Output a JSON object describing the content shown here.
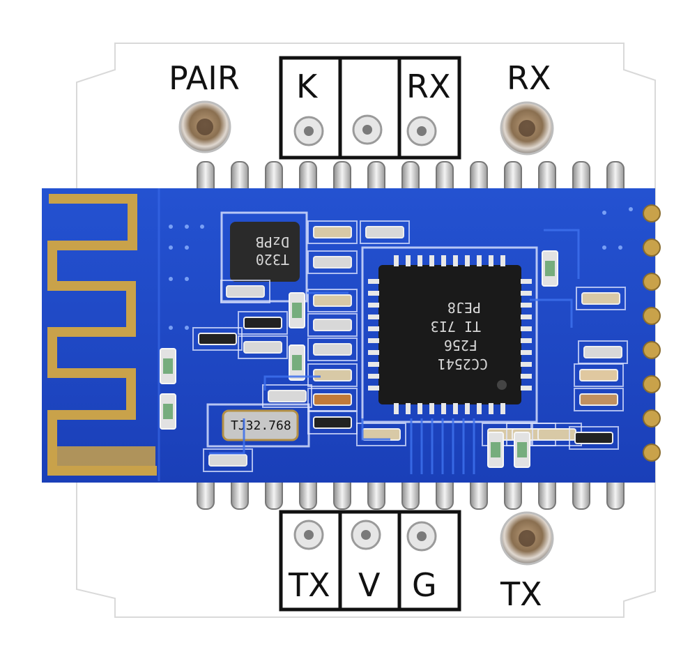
{
  "board": {
    "labels": {
      "pair": "PAIR",
      "rx_led": "RX",
      "tx_led": "TX"
    },
    "top_boxes": [
      "K",
      "",
      "RX"
    ],
    "bottom_boxes": [
      "TX",
      "V",
      "G"
    ],
    "chip_text": [
      "CC2541",
      "F256",
      "TI 7I3",
      "PEJ8"
    ],
    "inductor_text": [
      "T320",
      "DzPB"
    ],
    "crystal_text": "TJ32.768"
  },
  "colors": {
    "pcb_white": "#ffffff",
    "module_blue": "#1f49c9",
    "trace_blue": "#2f63e0",
    "gold": "#c9a24a",
    "chip_black": "#1a1a1a"
  }
}
